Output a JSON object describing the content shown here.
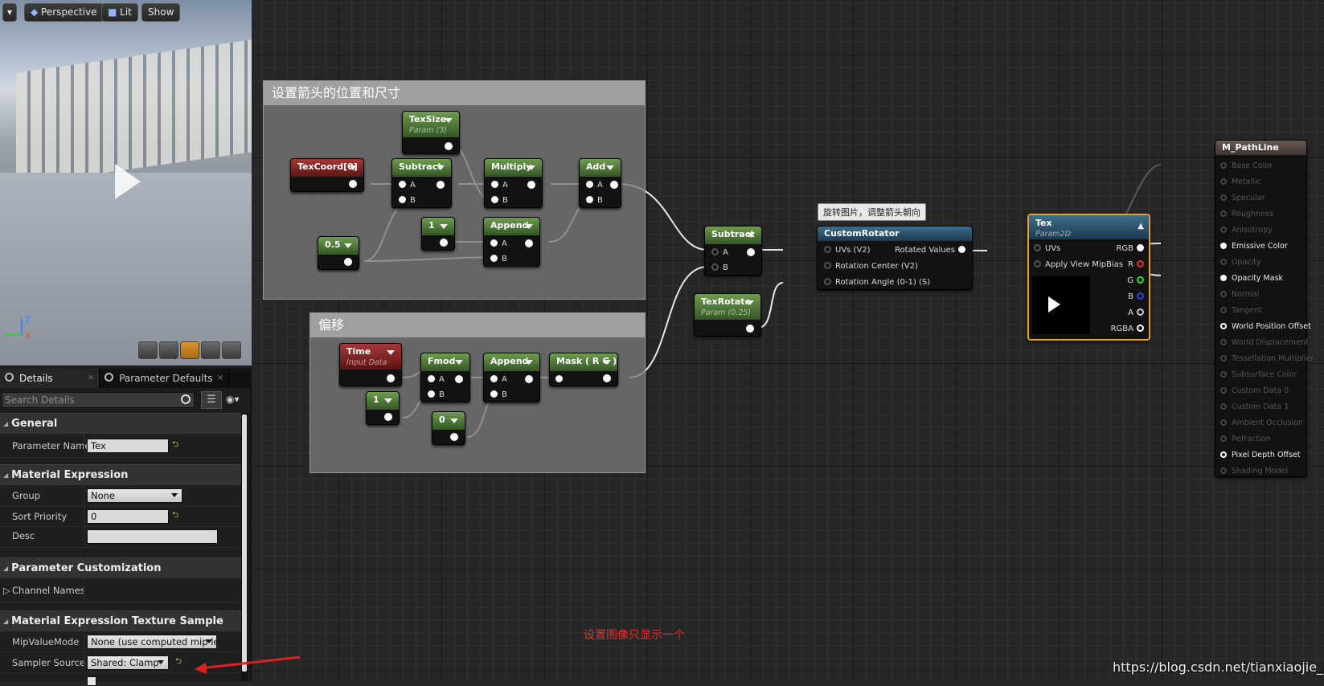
{
  "viewport": {
    "menu_arrow": "▾",
    "perspective": "Perspective",
    "lit": "Lit",
    "show": "Show",
    "axis_z": "Z",
    "axis_x": "X"
  },
  "panel_tabs": [
    {
      "label": "Details",
      "close": "×"
    },
    {
      "label": "Parameter Defaults",
      "close": "×"
    }
  ],
  "search": {
    "placeholder": "Search Details"
  },
  "details": {
    "general": "General",
    "param_name_label": "Parameter Name",
    "param_name_value": "Tex",
    "material_expression": "Material Expression",
    "group_label": "Group",
    "group_value": "None",
    "sort_priority_label": "Sort Priority",
    "sort_priority_value": "0",
    "desc_label": "Desc",
    "desc_value": "",
    "param_custom": "Parameter Customization",
    "channel_names_label": "Channel Names",
    "tex_sample": "Material Expression Texture Sample",
    "mip_label": "MipValueMode",
    "mip_value": "None (use computed mip lev",
    "sampler_label": "Sampler Source",
    "sampler_value": "Shared: Clamp"
  },
  "graph": {
    "comment1": "设置箭头的位置和尺寸",
    "comment2": "偏移",
    "tooltip": "旋转图片，调整箭头朝向",
    "nodes": {
      "texsize": {
        "title": "TexSize",
        "sub": "Param (3)"
      },
      "texcoord": {
        "title": "TexCoord[0]"
      },
      "subtract1": {
        "title": "Subtract"
      },
      "multiply": {
        "title": "Multiply"
      },
      "add": {
        "title": "Add"
      },
      "c05": {
        "title": "0.5"
      },
      "c1a": {
        "title": "1"
      },
      "append1": {
        "title": "Append"
      },
      "time": {
        "title": "Time",
        "sub": "Input Data"
      },
      "fmod": {
        "title": "Fmod"
      },
      "append2": {
        "title": "Append"
      },
      "mask": {
        "title": "Mask ( R G )"
      },
      "c1b": {
        "title": "1"
      },
      "c0": {
        "title": "0"
      },
      "subtract2": {
        "title": "Subtract"
      },
      "texrotate": {
        "title": "TexRotate",
        "sub": "Param (0.25)"
      },
      "rotator": {
        "title": "CustomRotator",
        "uvs": "UVs (V2)",
        "center": "Rotation Center (V2)",
        "angle": "Rotation Angle (0-1) (S)",
        "out": "Rotated Values"
      },
      "tex": {
        "title": "Tex",
        "sub": "Param2D",
        "uvs": "UVs",
        "mipbias": "Apply View MipBias",
        "rgb": "RGB",
        "r": "R",
        "g": "G",
        "b": "B",
        "a": "A",
        "rgba": "RGBA"
      },
      "material": {
        "title": "M_PathLine"
      }
    },
    "pin_a": "A",
    "pin_b": "B",
    "material_pins": [
      "Base Color",
      "Metallic",
      "Specular",
      "Roughness",
      "Anisotropy",
      "Emissive Color",
      "Opacity",
      "Opacity Mask",
      "Normal",
      "Tangent",
      "World Position Offset",
      "World Displacement",
      "Tessellation Multiplier",
      "Subsurface Color",
      "Custom Data 0",
      "Custom Data 1",
      "Ambient Occlusion",
      "Refraction",
      "Pixel Depth Offset",
      "Shading Model"
    ]
  },
  "annotation": "设置图像只显示一个",
  "watermark": "https://blog.csdn.net/tianxiaojie_blog",
  "colors": {
    "annotation": "#e03030",
    "selection": "#f0a020"
  }
}
